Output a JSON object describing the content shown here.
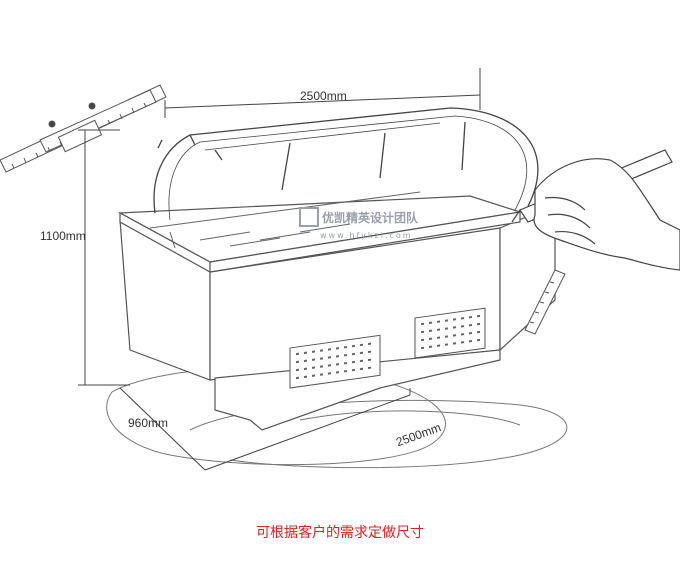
{
  "dimensions": {
    "width_top": "2500mm",
    "height": "1100mm",
    "depth": "960mm",
    "width_bottom": "2500mm"
  },
  "watermark": {
    "name": "优凯精英设计团队",
    "url": "www.hfykzl.com"
  },
  "caption": "可根据客户的需求定做尺寸",
  "colors": {
    "caption": "#e02020",
    "line": "#555555",
    "watermark": "#9aa0aa"
  }
}
